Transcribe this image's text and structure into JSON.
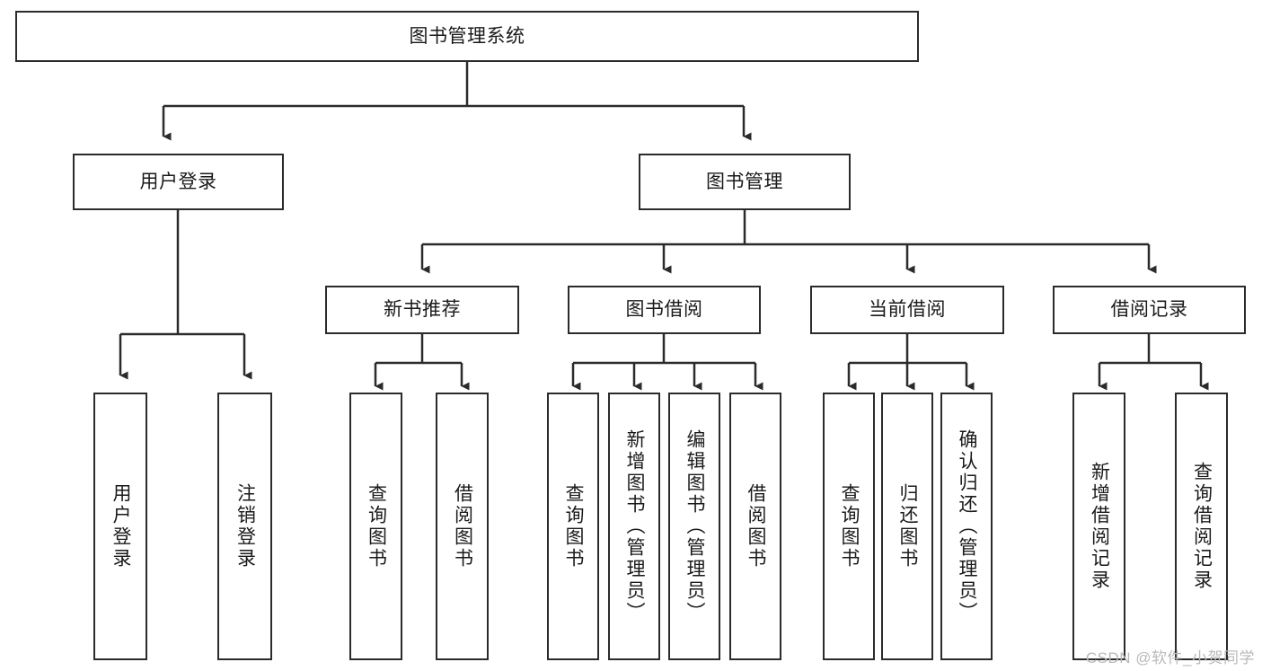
{
  "diagram": {
    "type": "tree-hierarchy-flowchart",
    "title_node": {
      "label": "图书管理系统"
    },
    "level1": [
      {
        "id": "user-login",
        "label": "用户登录"
      },
      {
        "id": "book-management",
        "label": "图书管理"
      }
    ],
    "level2": [
      {
        "id": "new-book-recommend",
        "label": "新书推荐",
        "parent": "book-management"
      },
      {
        "id": "book-borrow",
        "label": "图书借阅",
        "parent": "book-management"
      },
      {
        "id": "current-borrow",
        "label": "当前借阅",
        "parent": "book-management"
      },
      {
        "id": "borrow-record",
        "label": "借阅记录",
        "parent": "book-management"
      }
    ],
    "leaves": [
      {
        "id": "leaf-user-login",
        "label": "用户登录",
        "parent": "user-login"
      },
      {
        "id": "leaf-logout",
        "label": "注销登录",
        "parent": "user-login"
      },
      {
        "id": "leaf-query-book-1",
        "label": "查询图书",
        "parent": "new-book-recommend"
      },
      {
        "id": "leaf-borrow-book-1",
        "label": "借阅图书",
        "parent": "new-book-recommend"
      },
      {
        "id": "leaf-query-book-2",
        "label": "查询图书",
        "parent": "book-borrow"
      },
      {
        "id": "leaf-add-book",
        "label": "新增图书（管理员）",
        "parent": "book-borrow"
      },
      {
        "id": "leaf-edit-book",
        "label": "编辑图书（管理员）",
        "parent": "book-borrow"
      },
      {
        "id": "leaf-borrow-book-2",
        "label": "借阅图书",
        "parent": "book-borrow"
      },
      {
        "id": "leaf-query-book-3",
        "label": "查询图书",
        "parent": "current-borrow"
      },
      {
        "id": "leaf-return-book",
        "label": "归还图书",
        "parent": "current-borrow"
      },
      {
        "id": "leaf-confirm-return",
        "label": "确认归还（管理员）",
        "parent": "current-borrow"
      },
      {
        "id": "leaf-add-record",
        "label": "新增借阅记录",
        "parent": "borrow-record"
      },
      {
        "id": "leaf-query-record",
        "label": "查询借阅记录",
        "parent": "borrow-record"
      }
    ],
    "colors": {
      "stroke": "#2b2b2b",
      "fill": "#ffffff",
      "text": "#1a1a1a",
      "watermark": "#b9b9b9"
    }
  },
  "watermark": {
    "text": "CSDN @软件_小贺同学"
  }
}
